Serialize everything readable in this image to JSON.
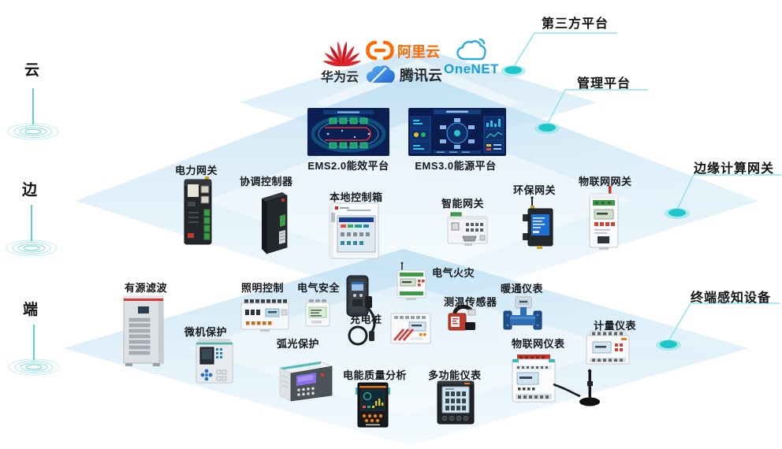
{
  "layer_labels": {
    "cloud": "云",
    "edge": "边",
    "terminal": "端"
  },
  "cloud_platforms": {
    "huawei": "华为云",
    "alibaba": "阿里云",
    "tencent": "腾讯云",
    "onenet": "OneNET"
  },
  "callouts": {
    "third_party": "第三方平台",
    "management": "管理平台",
    "edge_gateway": "边缘计算网关",
    "terminal_devices": "终端感知设备"
  },
  "platforms": {
    "ems2": "EMS2.0能效平台",
    "ems3": "EMS3.0能源平台"
  },
  "edge_devices": {
    "power_gateway": "电力网关",
    "coordinator": "协调控制器",
    "local_control_box": "本地控制箱",
    "smart_gateway": "智能网关",
    "env_gateway": "环保网关",
    "iot_gateway": "物联网网关"
  },
  "terminal_devices": {
    "active_filter": "有源滤波",
    "micro_protection": "微机保护",
    "lighting_control": "照明控制",
    "electrical_safety": "电气安全",
    "arc_protection": "弧光保护",
    "charging_pile": "充电桩",
    "electrical_fire": "电气火灾",
    "temp_sensor": "测温传感器",
    "hvac_meter": "暖通仪表",
    "power_quality": "电能质量分析",
    "multifunction_meter": "多功能仪表",
    "iot_meter": "物联网仪表",
    "metering_meter": "计量仪表"
  },
  "colors": {
    "accent_teal": "#1fc6c9",
    "connector_cyan": "#8fe3f0",
    "plane_blue": "#a9d5ee",
    "huawei_red": "#d6212b",
    "alibaba_orange": "#ff6a00",
    "tencent_blue": "#2b7de1",
    "onenet_blue": "#18a0da"
  }
}
